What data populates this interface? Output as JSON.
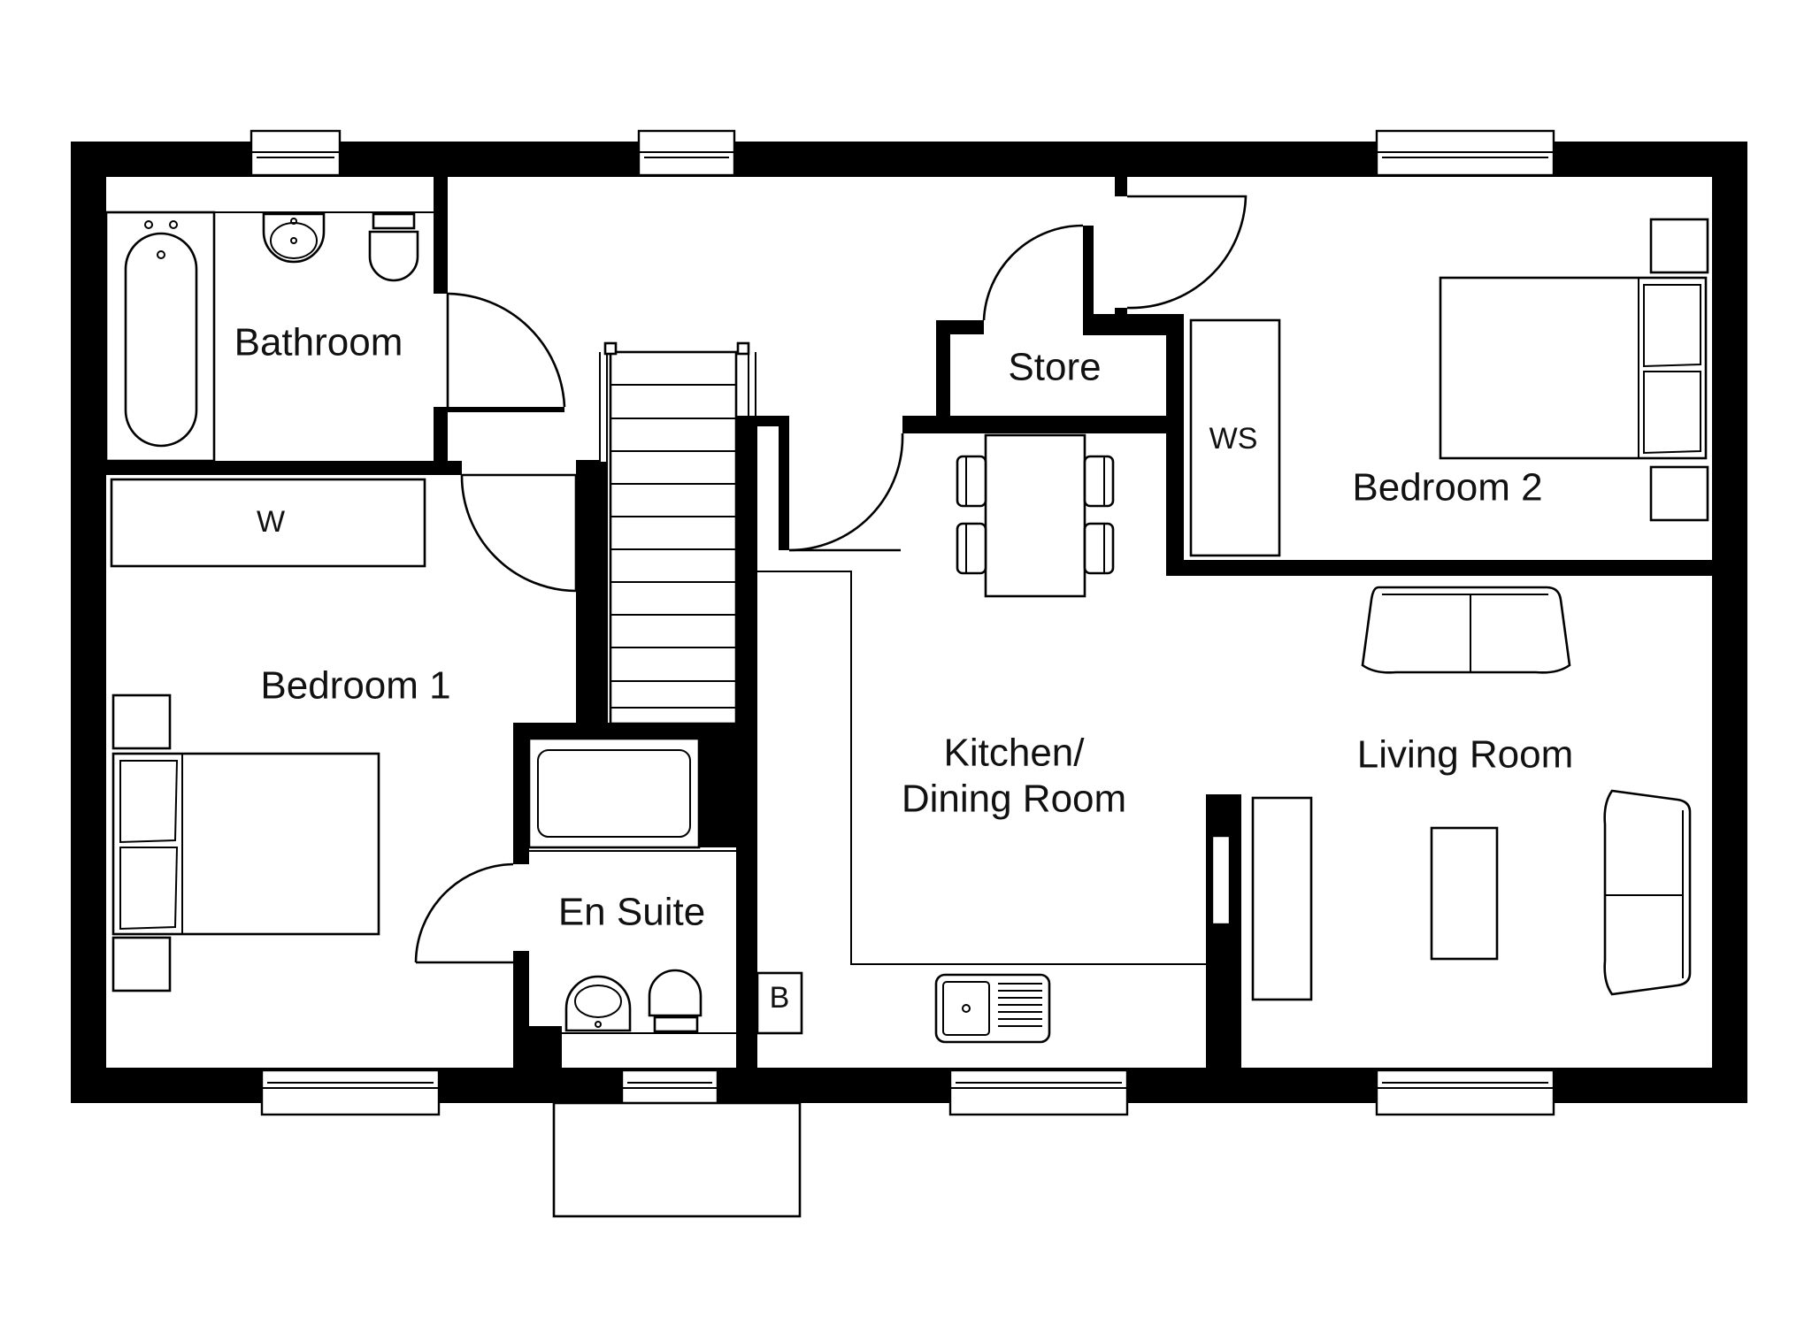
{
  "floorplan": {
    "rooms": {
      "bathroom": "Bathroom",
      "store": "Store",
      "bedroom2": "Bedroom 2",
      "bedroom1": "Bedroom 1",
      "kitchen_line1": "Kitchen/",
      "kitchen_line2": "Dining Room",
      "living_room": "Living Room",
      "en_suite": "En Suite"
    },
    "fixtures": {
      "wardrobe": "W",
      "walk_in_storage": "WS",
      "boiler": "B"
    },
    "colors": {
      "walls": "#000000",
      "background": "#ffffff"
    }
  }
}
